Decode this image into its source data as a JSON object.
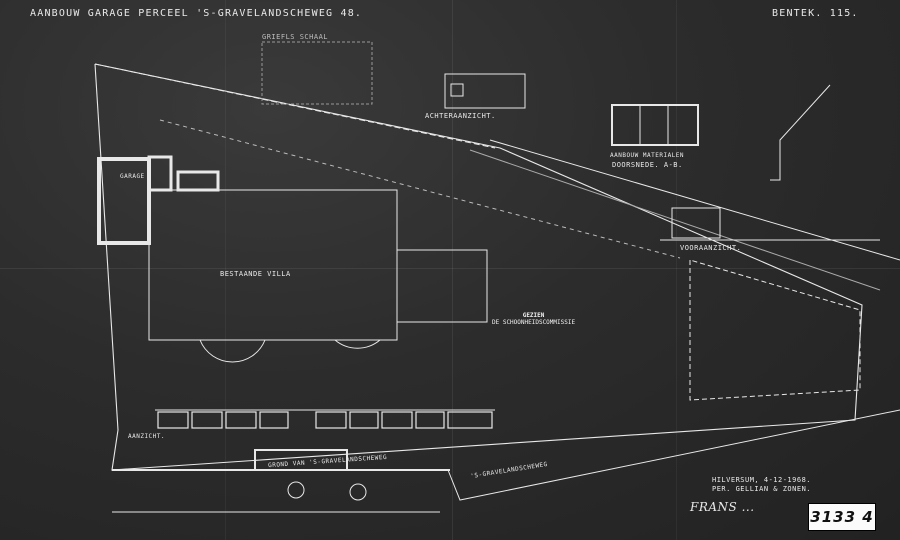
{
  "drawing": {
    "title": "AANBOUW GARAGE PERCEEL 'S-GRAVELANDSCHEWEG 48.",
    "sheet_code": "BENTEK. 115.",
    "detail_label": "GRIEFLS SCHAAL",
    "rear_view_label": "ACHTERAANZICHT.",
    "section_label": "AANBOUW MATERIALEN",
    "section_id": "DOORSNEDE. A-B.",
    "front_view_label": "VOORAANZICHT.",
    "garage_label": "GARAGE",
    "villa_label": "BESTAANDE VILLA",
    "road_label": "GROND VAN 'S-GRAVELANDSCHEWEG",
    "front_label": "AANZICHT.",
    "street_label": "'S-GRAVELANDSCHEWEG",
    "town_date_line1": "HILVERSUM, 4-12-1968.",
    "town_date_line2": "PER. GELLIAN & ZONEN.",
    "signature": "Frans ...",
    "stamp_line1": "GEZIEN",
    "stamp_line2": "DE SCHOONHEIDSCOMMISSIE",
    "archive_number": "3133 4"
  },
  "colors": {
    "background": "#2b2b2b",
    "linework": "#e8e8e8",
    "archive_box": "#fbfbfb"
  }
}
